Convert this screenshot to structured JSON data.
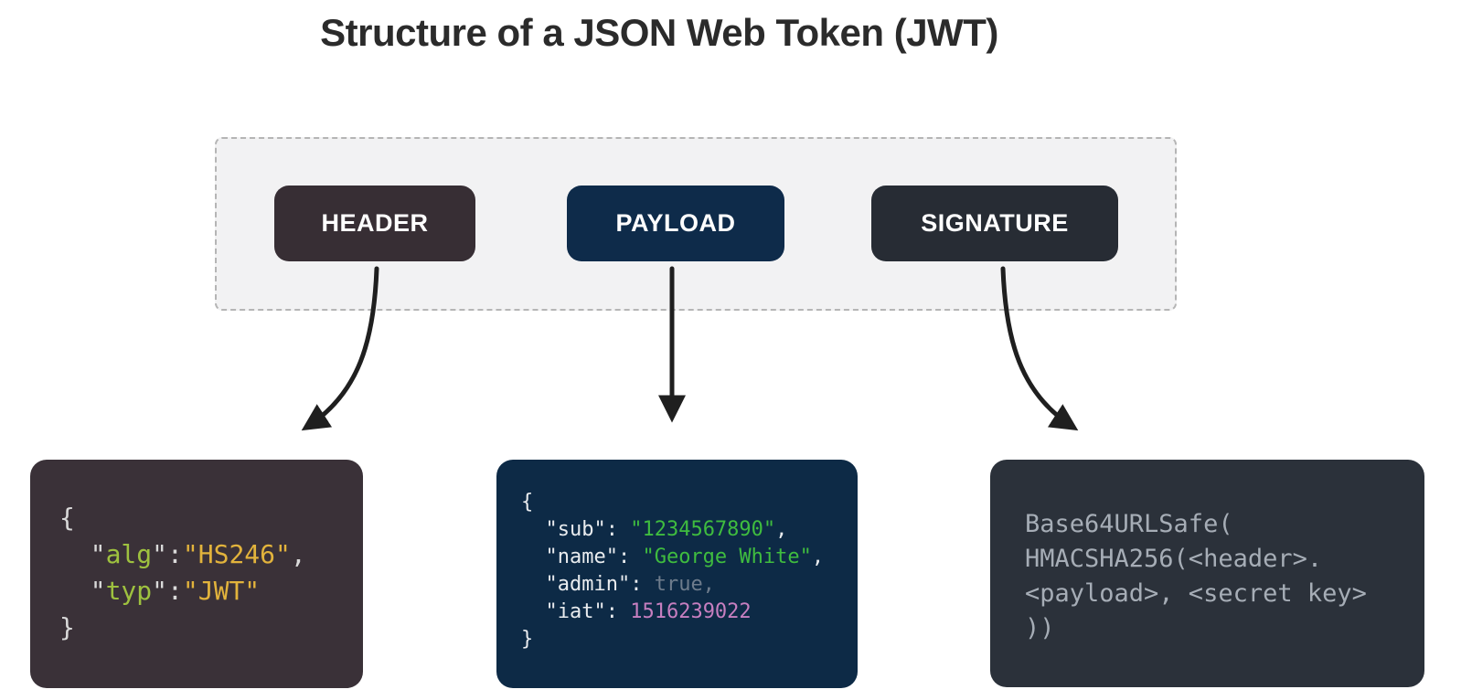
{
  "title": "Structure of a JSON Web Token (JWT)",
  "sections": [
    {
      "id": "header",
      "label": "HEADER"
    },
    {
      "id": "payload",
      "label": "PAYLOAD"
    },
    {
      "id": "signature",
      "label": "SIGNATURE"
    }
  ],
  "code_boxes": {
    "header": {
      "lines": [
        [
          {
            "t": "{",
            "c": "gray"
          }
        ],
        [
          {
            "t": "  ",
            "c": "gray"
          },
          {
            "t": "\"",
            "c": "gray"
          },
          {
            "t": "alg",
            "c": "green_key"
          },
          {
            "t": "\"",
            "c": "gray"
          },
          {
            "t": ":",
            "c": "gray"
          },
          {
            "t": "\"HS246\"",
            "c": "yellow"
          },
          {
            "t": ",",
            "c": "gray"
          }
        ],
        [
          {
            "t": "  ",
            "c": "gray"
          },
          {
            "t": "\"",
            "c": "gray"
          },
          {
            "t": "typ",
            "c": "green_key"
          },
          {
            "t": "\"",
            "c": "gray"
          },
          {
            "t": ":",
            "c": "gray"
          },
          {
            "t": "\"JWT\"",
            "c": "yellow"
          }
        ],
        [
          {
            "t": "}",
            "c": "gray"
          }
        ]
      ]
    },
    "payload": {
      "lines": [
        [
          {
            "t": "{",
            "c": "white"
          }
        ],
        [
          {
            "t": "  \"sub\": ",
            "c": "white"
          },
          {
            "t": "\"1234567890\"",
            "c": "green"
          },
          {
            "t": ",",
            "c": "white"
          }
        ],
        [
          {
            "t": "  \"name\": ",
            "c": "white"
          },
          {
            "t": "\"George White\"",
            "c": "green"
          },
          {
            "t": ",",
            "c": "white"
          }
        ],
        [
          {
            "t": "  \"admin\": ",
            "c": "white"
          },
          {
            "t": "true,",
            "c": "muted"
          }
        ],
        [
          {
            "t": "  \"iat\": ",
            "c": "white"
          },
          {
            "t": "1516239022",
            "c": "pink"
          }
        ],
        [
          {
            "t": "}",
            "c": "white"
          }
        ]
      ]
    },
    "signature": {
      "lines": [
        [
          {
            "t": "Base64URLSafe(",
            "c": "sig"
          }
        ],
        [
          {
            "t": "HMACSHA256(<header>.",
            "c": "sig"
          }
        ],
        [
          {
            "t": "<payload>, <secret key>",
            "c": "sig"
          }
        ],
        [
          {
            "t": "))",
            "c": "sig"
          }
        ]
      ]
    }
  },
  "colors": {
    "title_text": "#2b2b2b",
    "container_bg": "#f2f2f3",
    "container_border": "#b5b5b5",
    "button_text": "#ffffff",
    "header_btn_bg": "#372e34",
    "payload_btn_bg": "#0e2b4a",
    "signature_btn_bg": "#272c34",
    "header_box_bg": "#3a3138",
    "payload_box_bg": "#0d2a46",
    "signature_box_bg": "#2b313a",
    "arrow": "#1f1f1f",
    "code": {
      "gray": "#d9d9d9",
      "green_key": "#9ec13f",
      "yellow": "#e2b33c",
      "white": "#e9ecef",
      "green": "#3fbc3f",
      "muted": "#6e7c8c",
      "pink": "#c77fc0",
      "sig": "#a6adb6"
    }
  }
}
